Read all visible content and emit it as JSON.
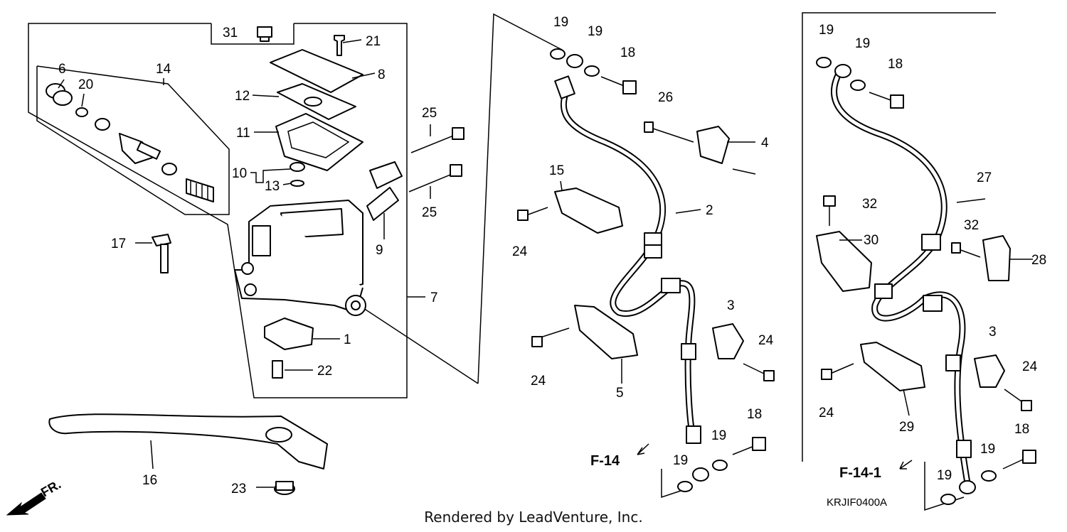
{
  "callouts": {
    "c1": "1",
    "c2": "2",
    "c3a": "3",
    "c3b": "3",
    "c4": "4",
    "c5": "5",
    "c6": "6",
    "c7": "7",
    "c8": "8",
    "c9": "9",
    "c10": "10",
    "c11": "11",
    "c12": "12",
    "c13": "13",
    "c14": "14",
    "c15": "15",
    "c16": "16",
    "c17": "17",
    "c18a": "18",
    "c18b": "18",
    "c18c": "18",
    "c18d": "18",
    "c19a": "19",
    "c19b": "19",
    "c19c": "19",
    "c19d": "19",
    "c19e": "19",
    "c19f": "19",
    "c19g": "19",
    "c19h": "19",
    "c20": "20",
    "c21": "21",
    "c22": "22",
    "c23": "23",
    "c24a": "24",
    "c24b": "24",
    "c24c": "24",
    "c24d": "24",
    "c24e": "24",
    "c25a": "25",
    "c25b": "25",
    "c26": "26",
    "c27": "27",
    "c28": "28",
    "c29": "29",
    "c30": "30",
    "c31": "31",
    "c32a": "32",
    "c32b": "32"
  },
  "section_refs": {
    "f14": "F-14",
    "f14_1": "F-14-1"
  },
  "direction_marker": "FR.",
  "diagram_code": "KRJIF0400A",
  "credit": "Rendered by LeadVenture, Inc."
}
